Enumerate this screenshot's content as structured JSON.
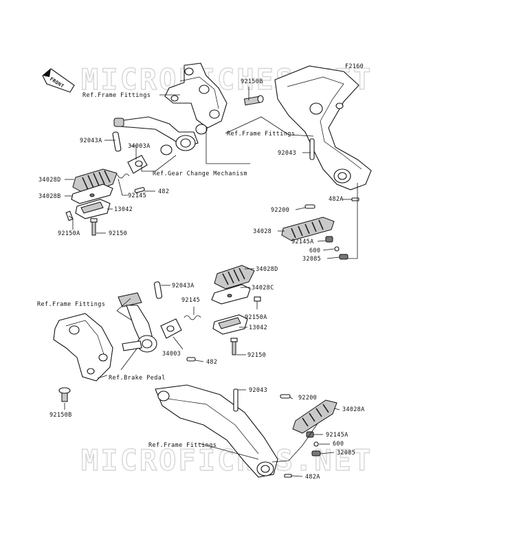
{
  "diagram_code": "F2160",
  "watermark": "MICROFICHES.NET",
  "front_badge": "FRONT",
  "refs": {
    "frame_fittings": "Ref.Frame Fittings",
    "gear_change": "Ref.Gear Change Mechanism",
    "brake_pedal": "Ref.Brake Pedal"
  },
  "parts": {
    "p92150B": "92150B",
    "p92043A": "92043A",
    "p34003A": "34003A",
    "p34028D": "34028D",
    "p34028B": "34028B",
    "p92145": "92145",
    "p482": "482",
    "p13042": "13042",
    "p92150A": "92150A",
    "p92150": "92150",
    "p92043": "92043",
    "p92200": "92200",
    "p482A": "482A",
    "p34028": "34028",
    "p92145A": "92145A",
    "p600": "600",
    "p32085": "32085",
    "p34028C": "34028C",
    "p34003": "34003",
    "p34028A": "34028A"
  }
}
